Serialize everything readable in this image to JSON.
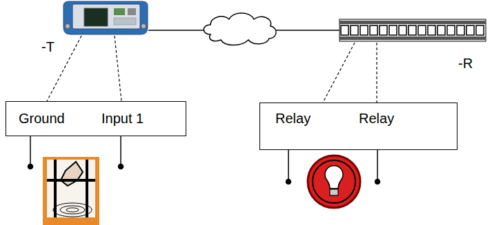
{
  "diagram": {
    "nodes": [
      {
        "text": [
          "Ground",
          "Input 1"
        ]
      },
      {
        "text": [
          "Relay",
          "Relay"
        ]
      }
    ],
    "labels": [
      "-T",
      "-R"
    ]
  }
}
